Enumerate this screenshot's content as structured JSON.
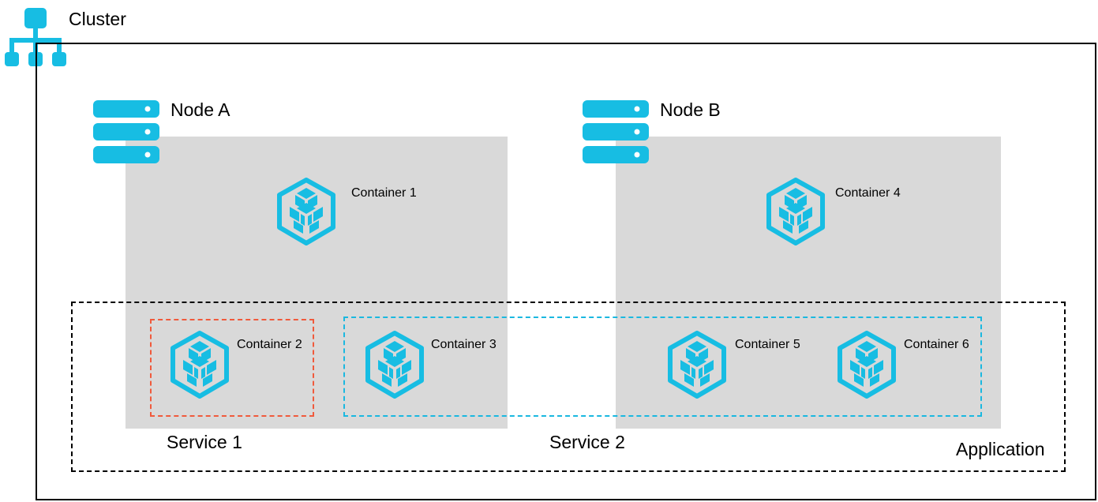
{
  "cluster": {
    "label": "Cluster",
    "icon": "cluster-hierarchy-icon"
  },
  "nodes": [
    {
      "label": "Node A",
      "icon": "server-rack-icon"
    },
    {
      "label": "Node B",
      "icon": "server-rack-icon"
    }
  ],
  "containers": [
    {
      "label": "Container 1",
      "icon": "container-cube-icon"
    },
    {
      "label": "Container 2",
      "icon": "container-cube-icon"
    },
    {
      "label": "Container 3",
      "icon": "container-cube-icon"
    },
    {
      "label": "Container 4",
      "icon": "container-cube-icon"
    },
    {
      "label": "Container 5",
      "icon": "container-cube-icon"
    },
    {
      "label": "Container 6",
      "icon": "container-cube-icon"
    }
  ],
  "services": [
    {
      "label": "Service 1",
      "color": "#f05a3c"
    },
    {
      "label": "Service 2",
      "color": "#1ab8e0"
    }
  ],
  "application": {
    "label": "Application"
  },
  "colors": {
    "icon": "#17bde3",
    "node_panel": "#d9d9d9"
  }
}
